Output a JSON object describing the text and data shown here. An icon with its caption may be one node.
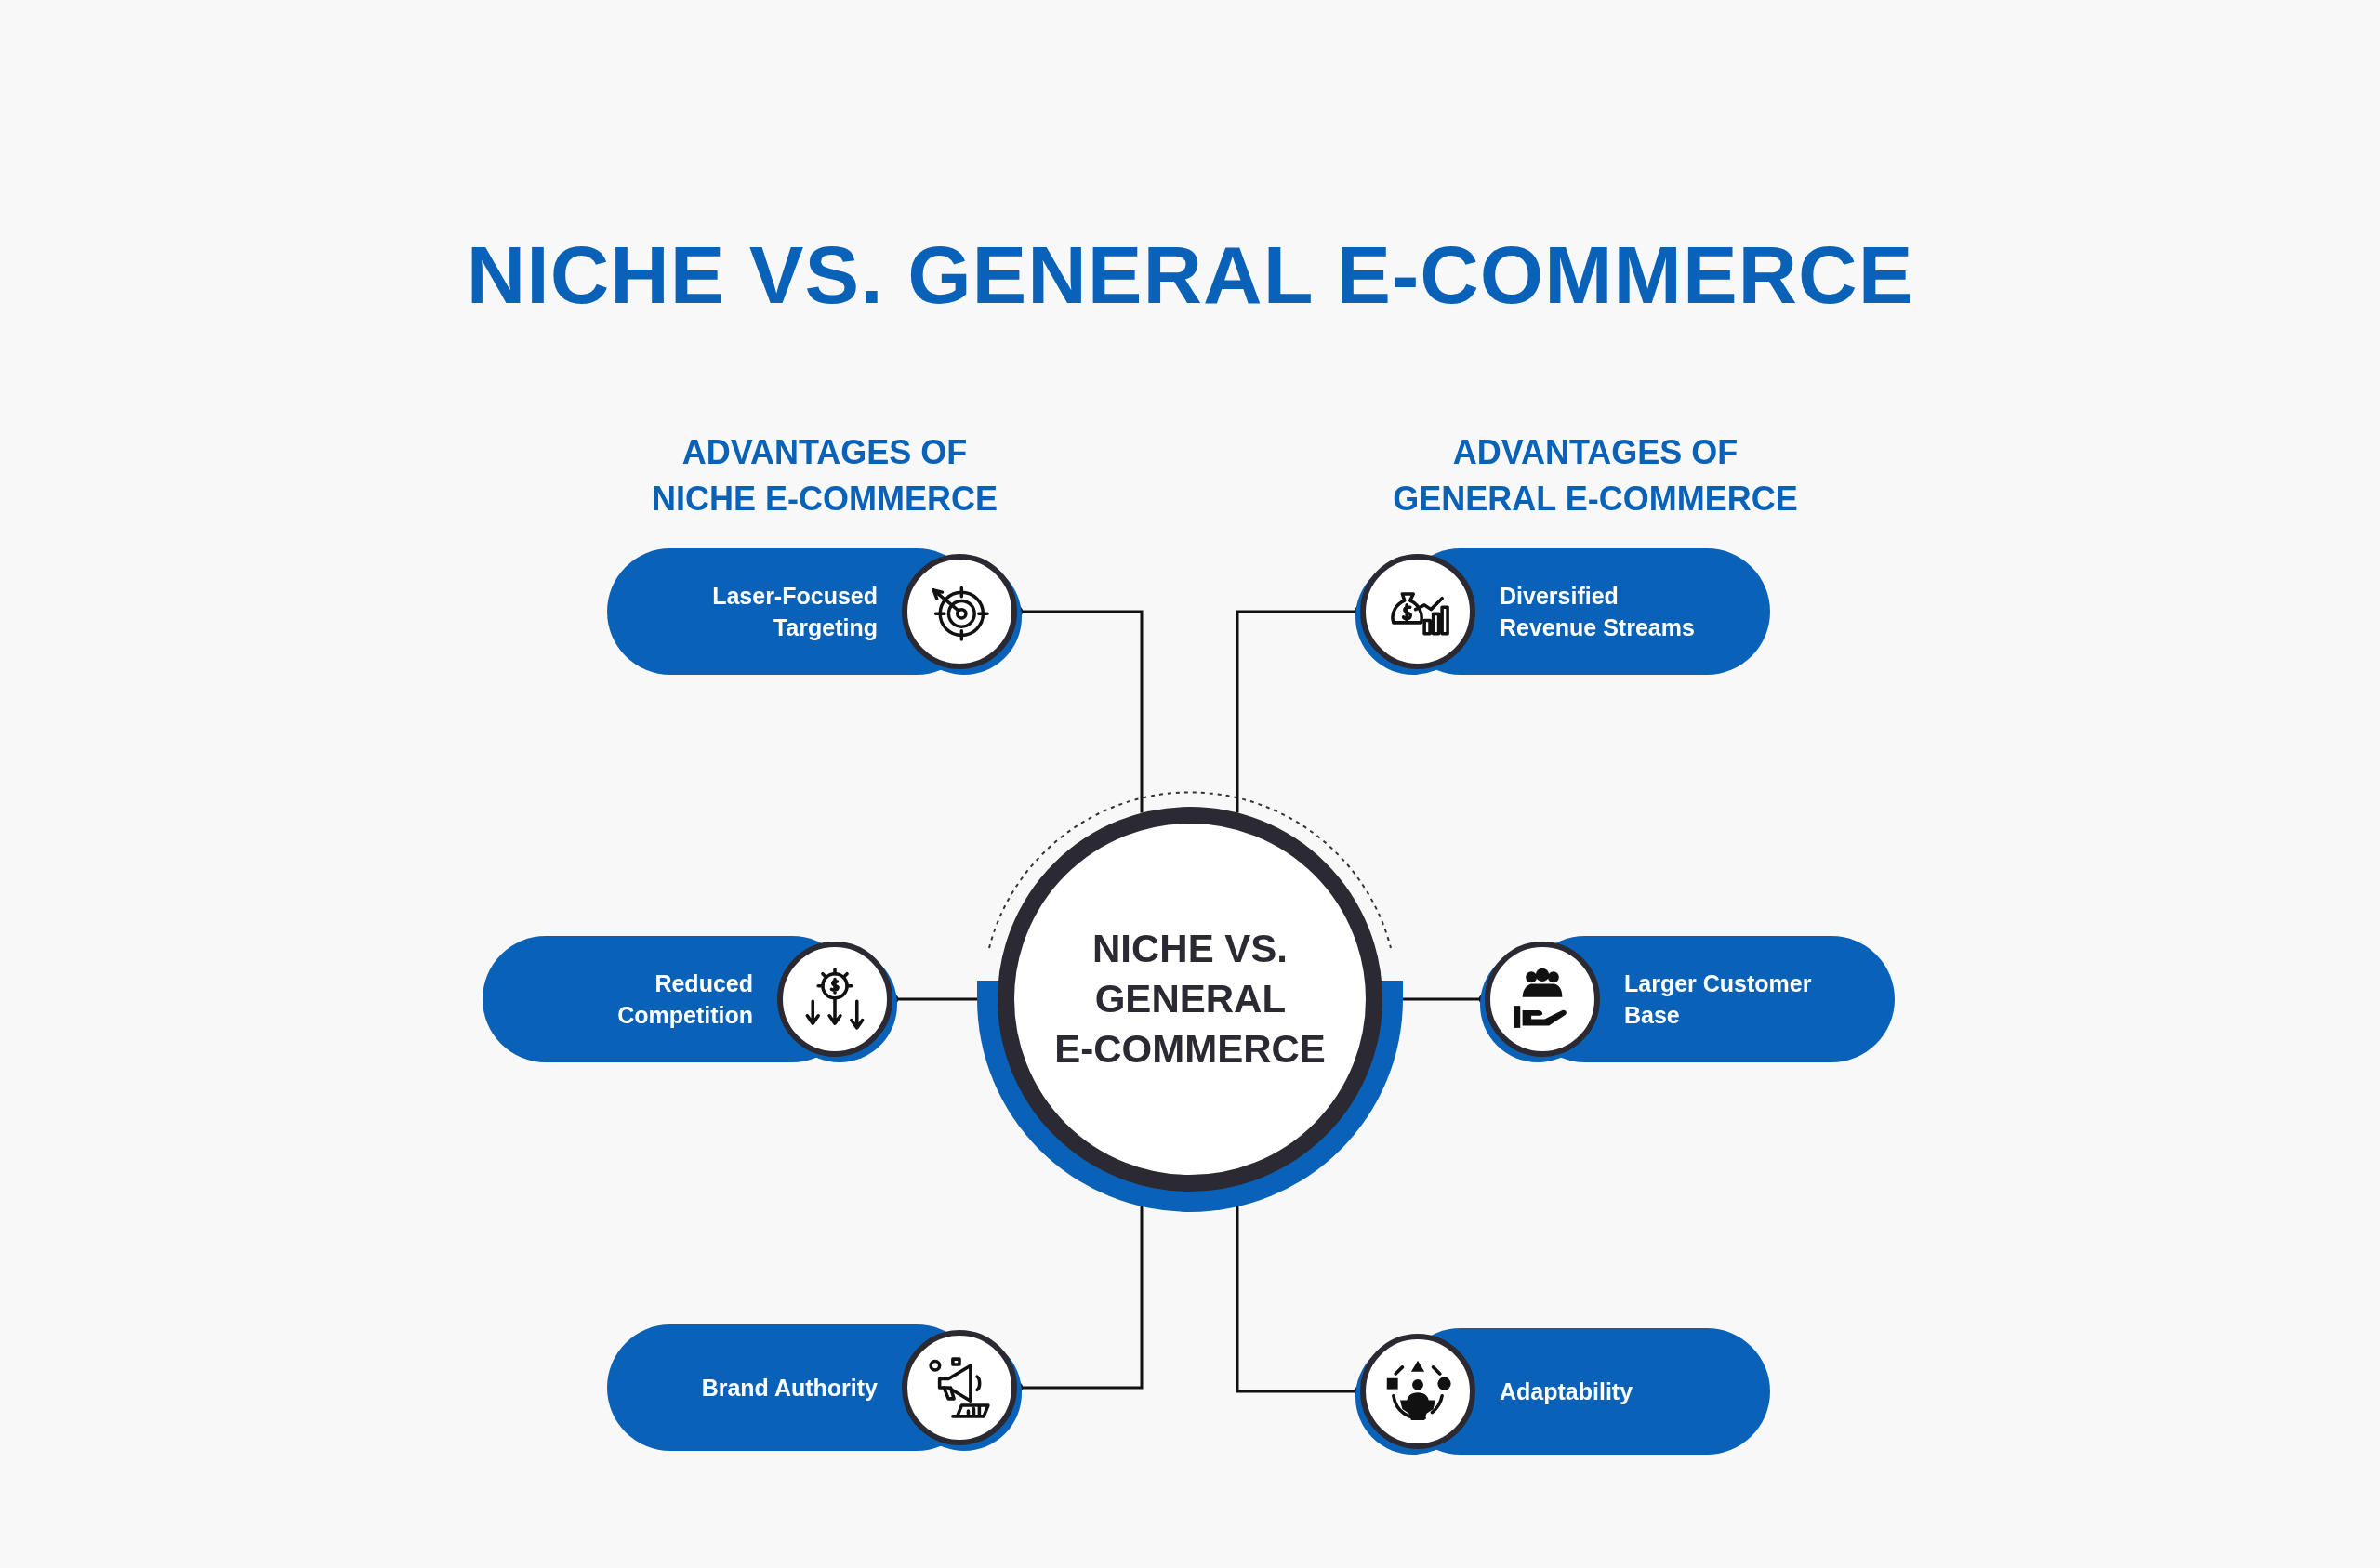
{
  "diagram": {
    "title": "NICHE VS. GENERAL E-COMMERCE",
    "nodes": [
      {
        "text": [
          "Laser-Focused Targeting"
        ]
      },
      {
        "text": [
          "Diversified Revenue Streams"
        ]
      },
      {
        "text": [
          "Reduced Competition"
        ]
      },
      {
        "text": [
          "NICHE VS. GENERAL E-COMMERCE"
        ]
      },
      {
        "text": [
          "Larger Customer Base"
        ]
      },
      {
        "text": [
          "Brand Authority"
        ]
      },
      {
        "text": [
          "Adaptability"
        ]
      }
    ],
    "edges": [
      {
        "from": 3,
        "to": 0,
        "arrow": "other"
      },
      {
        "from": 3,
        "to": 1,
        "arrow": "other"
      },
      {
        "from": 3,
        "to": 2,
        "arrow": "other"
      },
      {
        "from": 3,
        "to": 4,
        "arrow": "other"
      },
      {
        "from": 3,
        "to": 5,
        "arrow": "other"
      },
      {
        "from": 3,
        "to": 6,
        "arrow": "other"
      }
    ],
    "labels": [
      "ADVANTAGES OF NICHE E-COMMERCE",
      "ADVANTAGES OF GENERAL E-COMMERCE"
    ]
  }
}
